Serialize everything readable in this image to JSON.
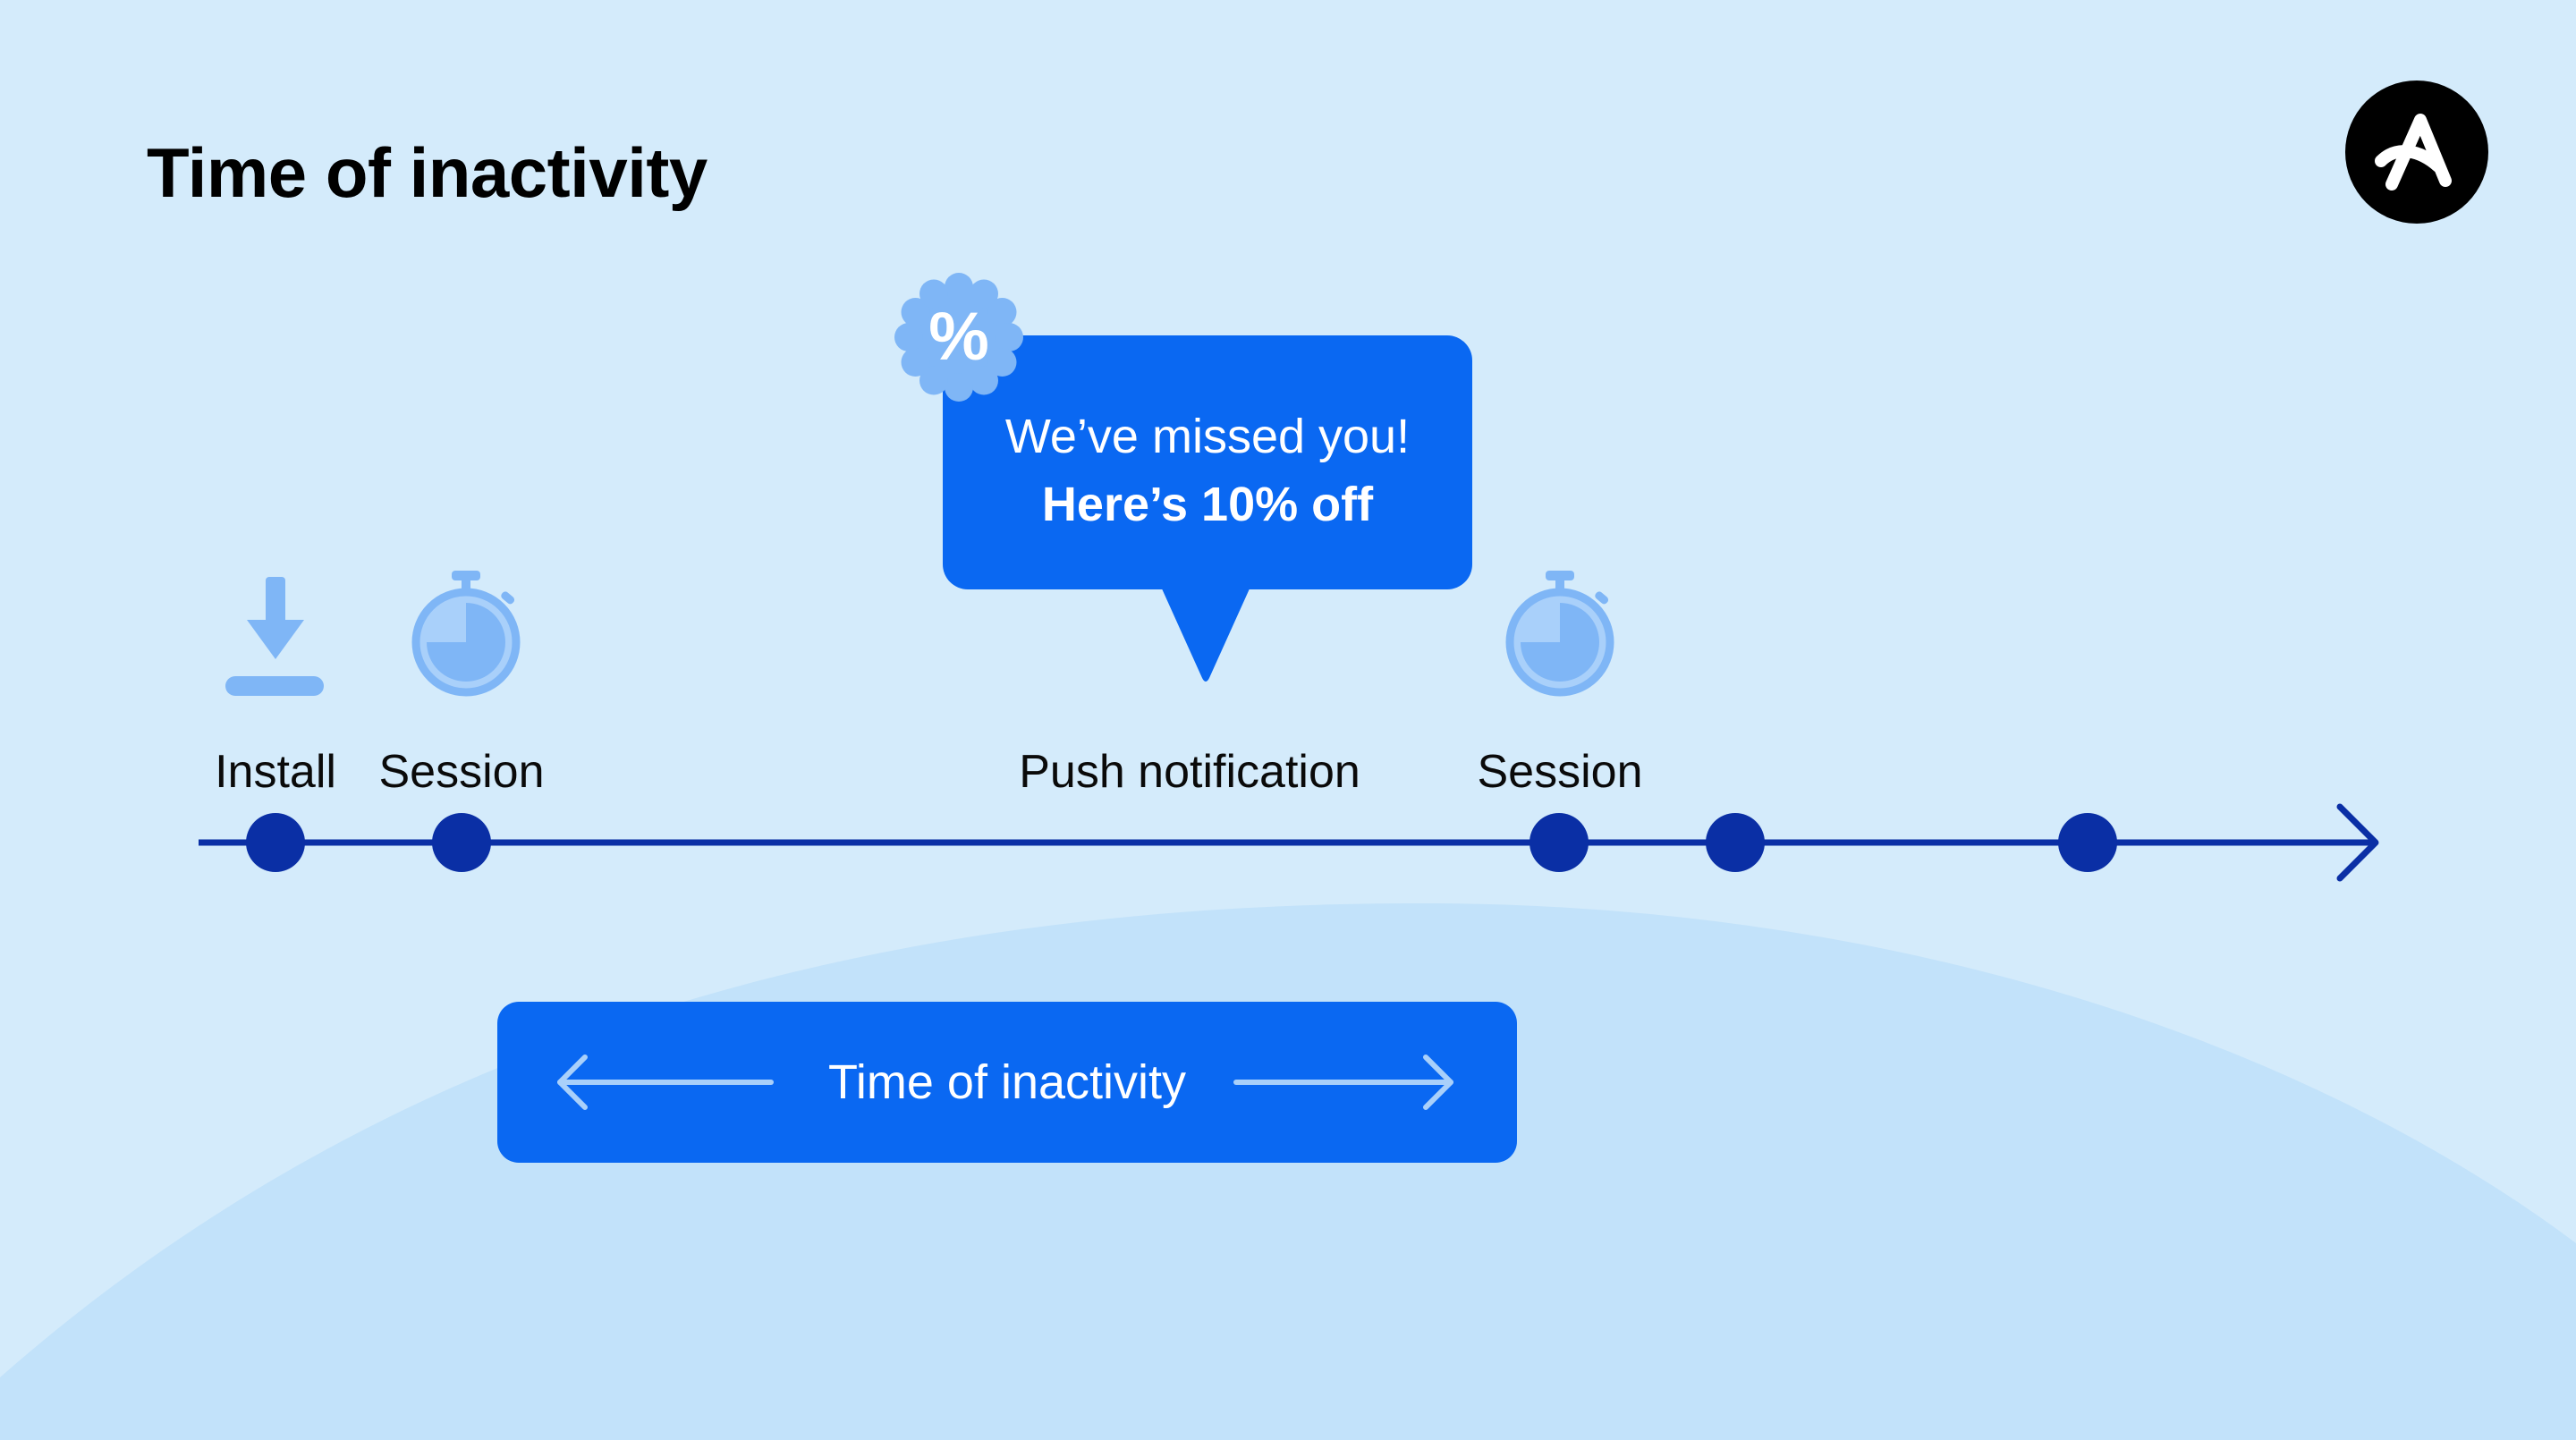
{
  "title": "Time of inactivity",
  "logo": {
    "icon": "brand-a-logo-icon"
  },
  "colors": {
    "background": "#d4ebfb",
    "arc": "#c2e2fa",
    "timeline": "#0a2fa5",
    "accent": "#0a68f2",
    "icon_light": "#7fb6f6"
  },
  "timeline_events": [
    {
      "label": "Install",
      "icon": "download-icon"
    },
    {
      "label": "Session",
      "icon": "stopwatch-icon"
    },
    {
      "label": "Push notification",
      "icon": "speech-bubble-icon"
    },
    {
      "label": "Session",
      "icon": "stopwatch-icon"
    }
  ],
  "notification": {
    "badge": "%",
    "line1": "We’ve missed you!",
    "line2": "Here’s 10% off"
  },
  "inactivity_bar": {
    "label": "Time of inactivity",
    "icon_left": "arrow-left-icon",
    "icon_right": "arrow-right-icon"
  }
}
